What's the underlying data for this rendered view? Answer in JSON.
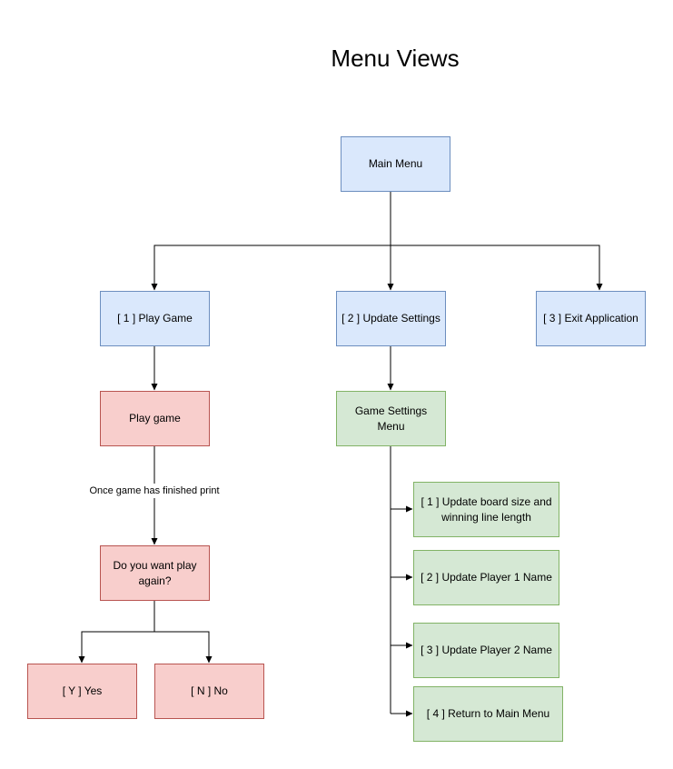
{
  "diagram": {
    "title": "Menu Views",
    "nodes": {
      "main_menu": "Main Menu",
      "play_game_option": "[ 1 ] Play Game",
      "update_settings_option": "[ 2 ] Update Settings",
      "exit_application_option": "[ 3 ] Exit Application",
      "play_game": "Play game",
      "play_again_prompt": "Do you want play again?",
      "yes_option": "[ Y ] Yes",
      "no_option": "[ N ] No",
      "game_settings_menu": "Game Settings Menu",
      "update_board_size": "[ 1 ] Update board size and winning line length",
      "update_player1_name": "[ 2 ] Update Player 1 Name",
      "update_player2_name": "[ 3 ] Update Player 2 Name",
      "return_main_menu": "[ 4 ] Return to Main Menu"
    },
    "edge_labels": {
      "game_finished": "Once game has finished print"
    },
    "colors": {
      "blue_fill": "#dae8fc",
      "blue_stroke": "#6c8ebf",
      "red_fill": "#f8cecc",
      "red_stroke": "#b85450",
      "green_fill": "#d5e8d4",
      "green_stroke": "#82b366",
      "connector": "#000000"
    }
  }
}
